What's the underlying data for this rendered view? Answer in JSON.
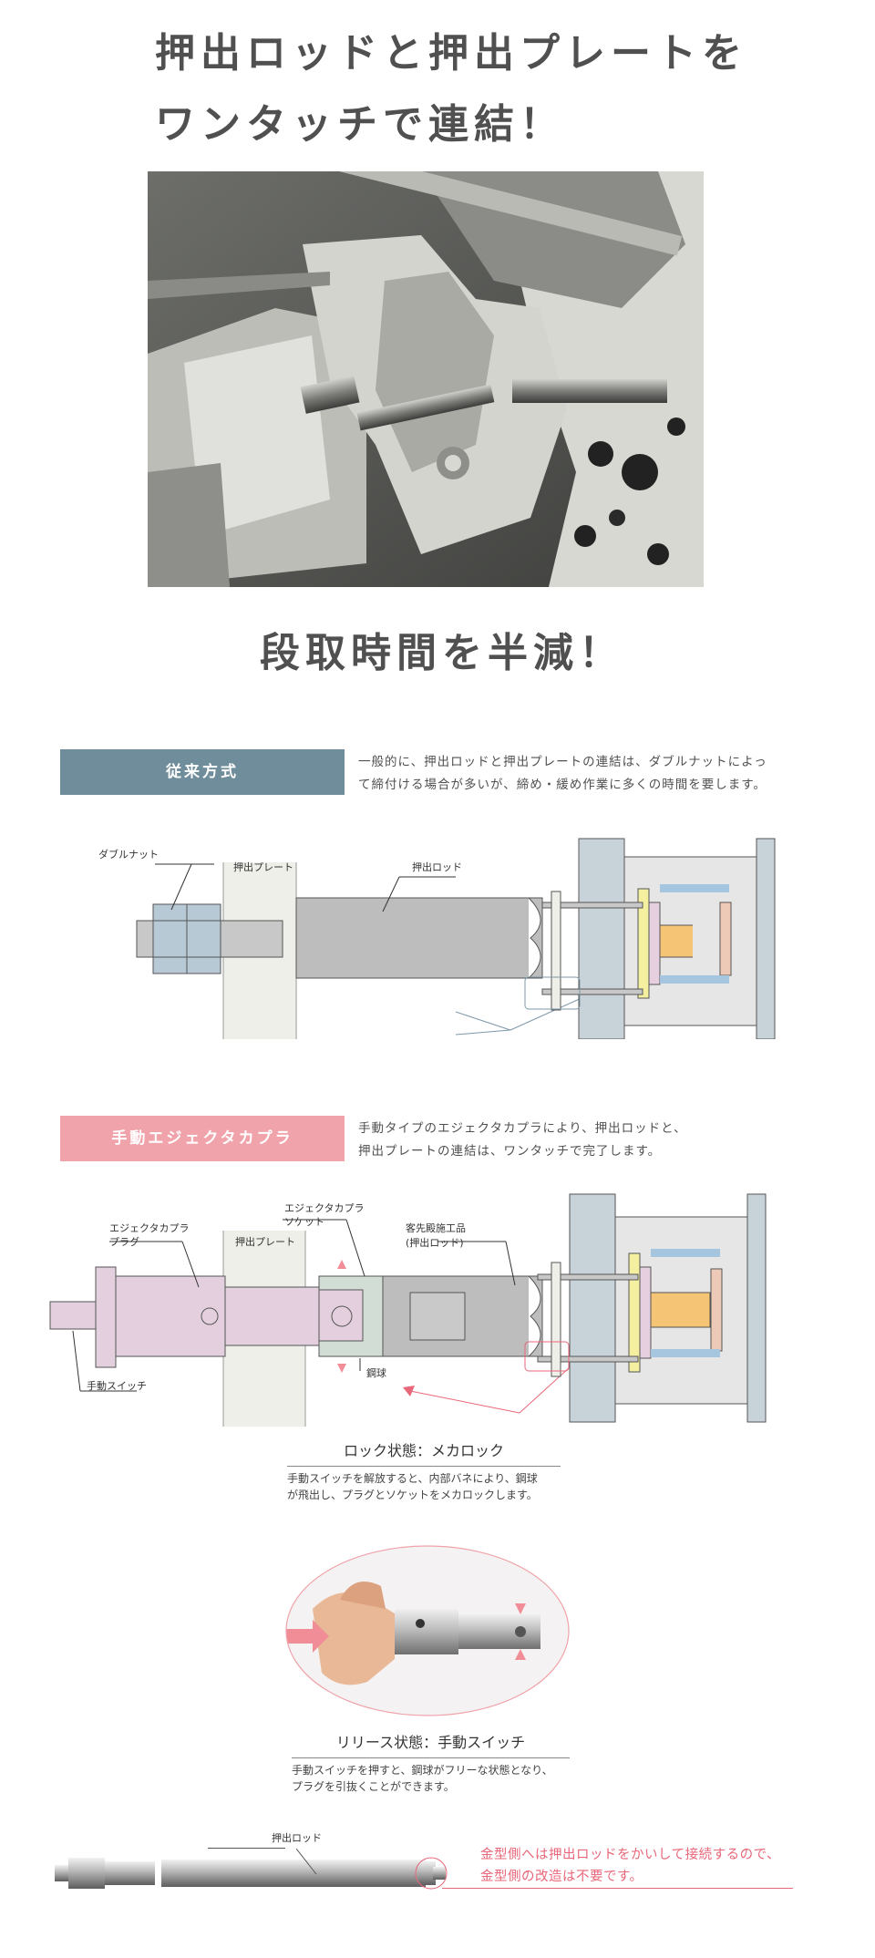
{
  "headline": {
    "line1": "押出ロッドと押出プレートを",
    "line2": "ワンタッチで連結！"
  },
  "photo": {
    "icon": "machine-photo"
  },
  "subheadline": "段取時間を半減！",
  "conventional": {
    "tag": "従来方式",
    "tag_color": "#6f8d9a",
    "desc_line1": "一般的に、押出ロッドと押出プレートの連結は、ダブルナットによっ",
    "desc_line2": "て締付ける場合が多いが、締め・緩め作業に多くの時間を要します。",
    "labels": {
      "double_nut": "ダブルナット",
      "plate": "押出プレート",
      "rod": "押出ロッド"
    }
  },
  "manual": {
    "tag": "手動エジェクタカプラ",
    "tag_color": "#f0a3aa",
    "desc_line1": "手動タイプのエジェクタカプラにより、押出ロッドと、",
    "desc_line2": "押出プレートの連結は、ワンタッチで完了します。",
    "labels": {
      "plug_line1": "エジェクタカプラ",
      "plug_line2": "プラグ",
      "socket_line1": "エジェクタカプラ",
      "socket_line2": "ソケット",
      "plate": "押出プレート",
      "customer_line1": "客先殿施工品",
      "customer_line2": "(押出ロッド)",
      "switch": "手動スイッチ",
      "ball": "鋼球"
    }
  },
  "lock_state": {
    "title": "ロック状態：メカロック",
    "line1": "手動スイッチを解放すると、内部バネにより、鋼球",
    "line2": "が飛出し、プラグとソケットをメカロックします。"
  },
  "release_state": {
    "title": "リリース状態：手動スイッチ",
    "line1": "手動スイッチを押すと、鋼球がフリーな状態となり、",
    "line2": "プラグを引抜くことができます。"
  },
  "bottom": {
    "rod_label": "押出ロッド",
    "note_line1": "金型側へは押出ロッドをかいして接続するので、",
    "note_line2": "金型側の改造は不要です。",
    "note_color": "#e8677a"
  }
}
